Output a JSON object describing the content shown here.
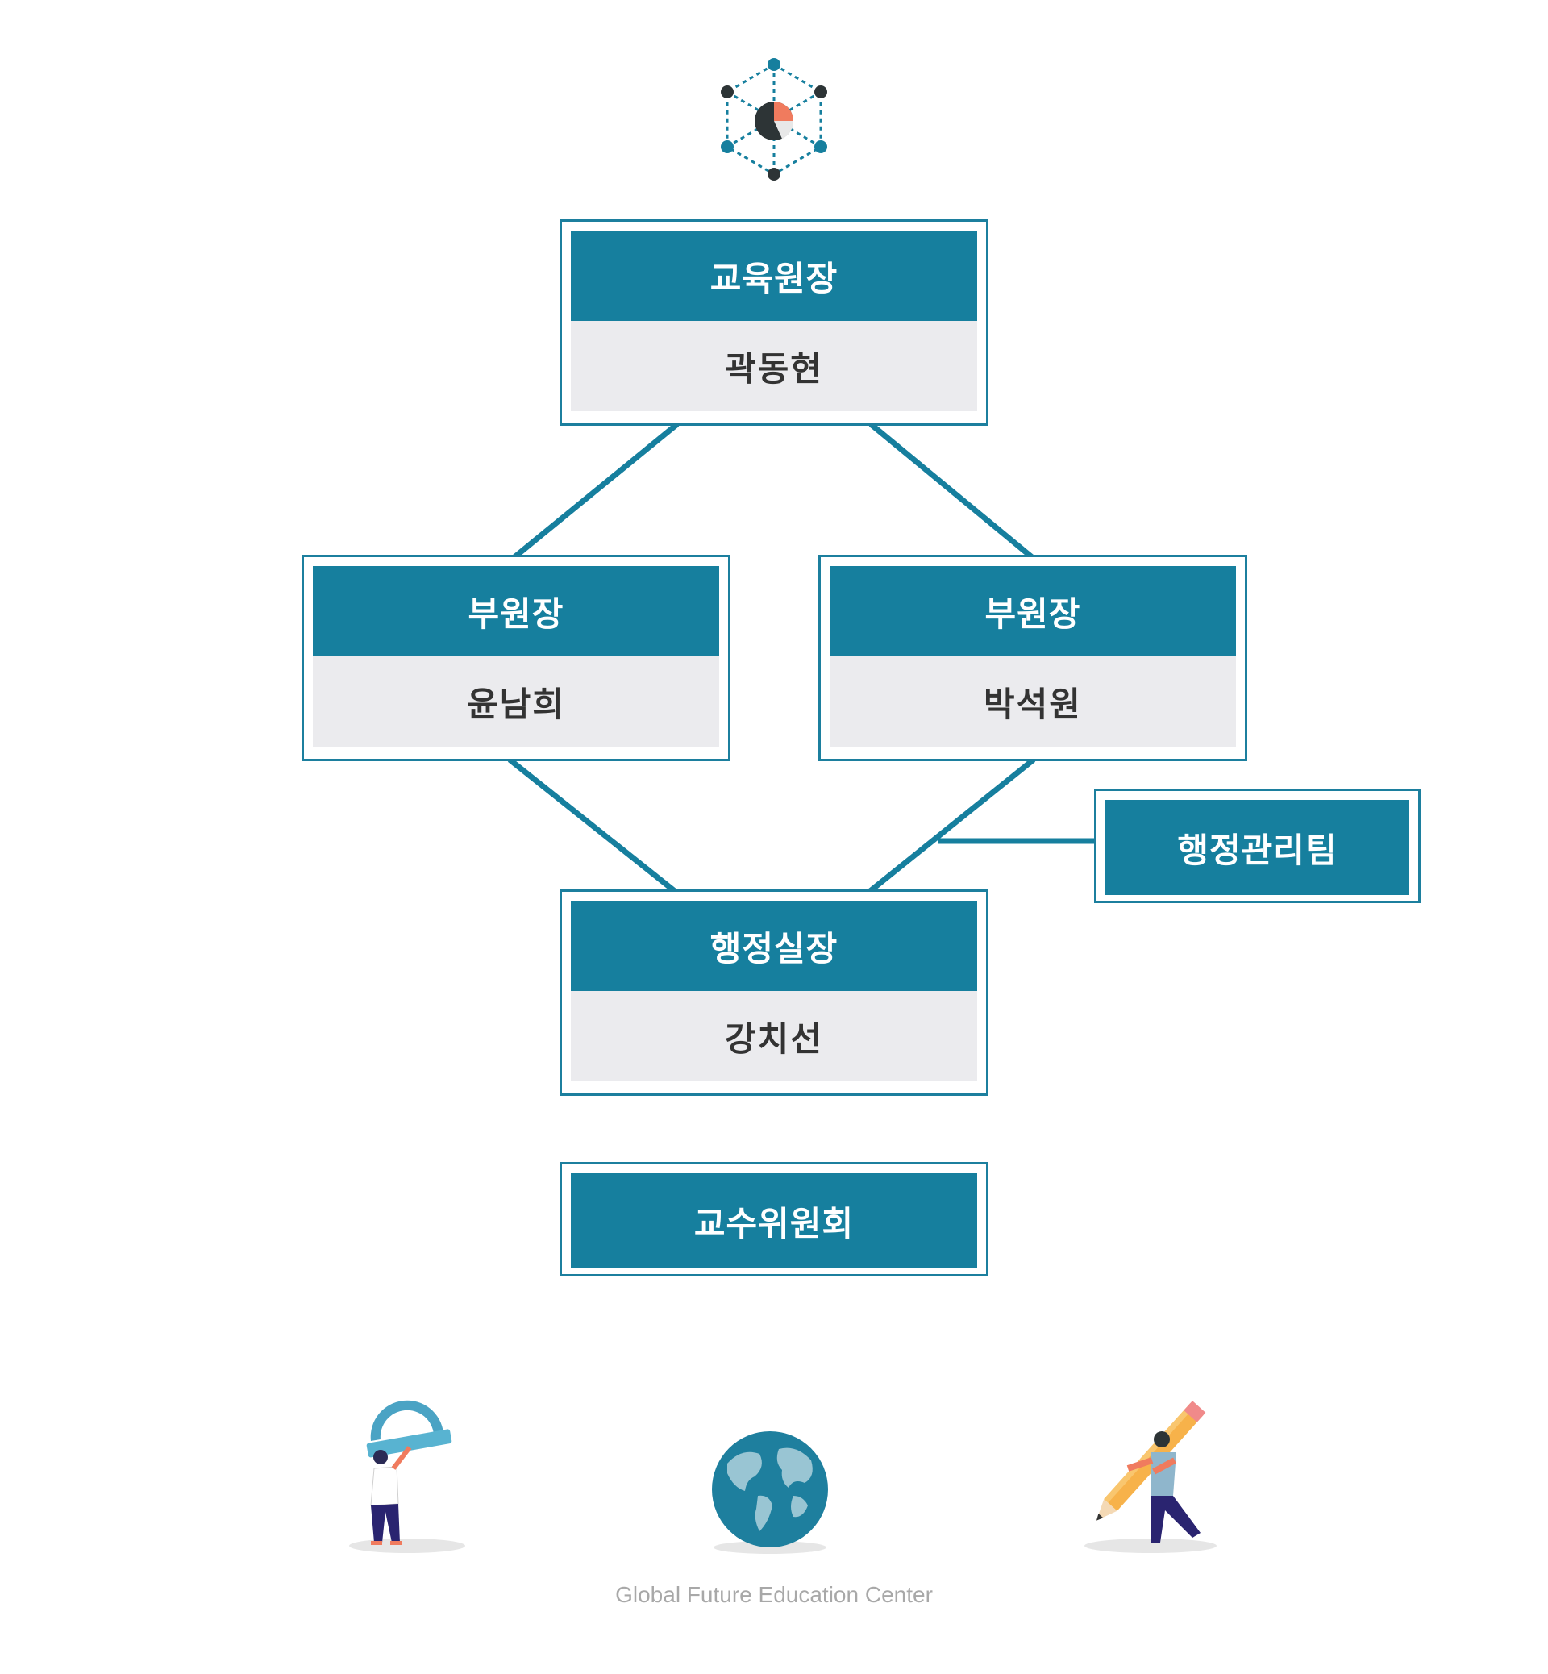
{
  "org": {
    "director": {
      "title": "교육원장",
      "name": "곽동현"
    },
    "vice_left": {
      "title": "부원장",
      "name": "윤남희"
    },
    "vice_right": {
      "title": "부원장",
      "name": "박석원"
    },
    "admin_team": {
      "title": "행정관리팀"
    },
    "admin_head": {
      "title": "행정실장",
      "name": "강치선"
    },
    "faculty": {
      "title": "교수위원회"
    }
  },
  "footer": {
    "text": "Global Future Education Center"
  },
  "icons": {
    "top": "network-hexagon-icon",
    "left": "person-with-protractor-icon",
    "center": "globe-icon",
    "right": "person-with-pencil-icon"
  },
  "colors": {
    "primary": "#167f9e",
    "name_bg": "#ebebee",
    "footer": "#a8a8a8"
  }
}
